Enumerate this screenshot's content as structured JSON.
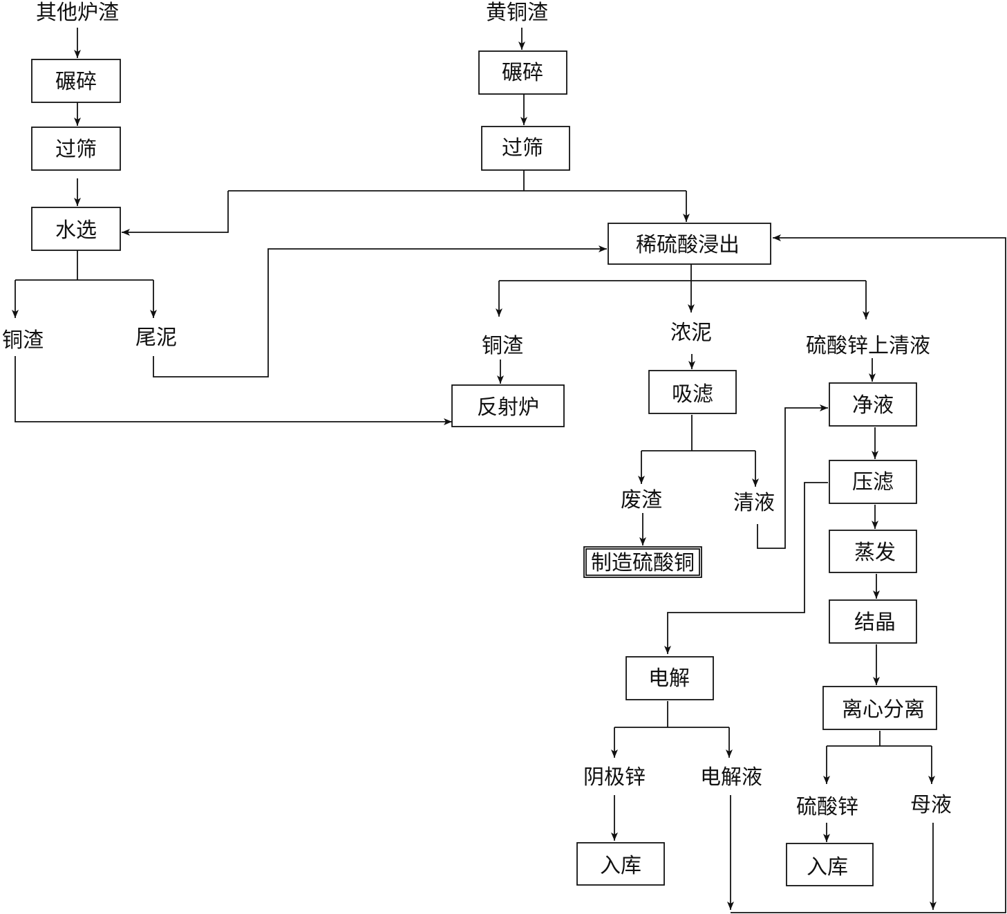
{
  "nodes": {
    "other_slag": "其他炉渣",
    "crush_left": "碾碎",
    "sieve_left": "过筛",
    "water_sep": "水选",
    "copper_slag_left": "铜渣",
    "tail_mud": "尾泥",
    "brass_slag": "黄铜渣",
    "crush_right": "碾碎",
    "sieve_right": "过筛",
    "acid_leach": "稀硫酸浸出",
    "copper_slag_mid": "铜渣",
    "reverb_furnace": "反射炉",
    "thick_mud": "浓泥",
    "suction_filter": "吸滤",
    "waste_slag": "废渣",
    "make_cuso4": "制造硫酸铜",
    "clear_liquid": "清液",
    "znso4_supernatant": "硫酸锌上清液",
    "purify": "净液",
    "press_filter": "压滤",
    "evaporate": "蒸发",
    "crystallize": "结晶",
    "centrifuge": "离心分离",
    "znso4_product": "硫酸锌",
    "mother_liquor": "母液",
    "store_right": "入库",
    "electrolysis": "电解",
    "cathode_zinc": "阴极锌",
    "electrolyte": "电解液",
    "store_left": "入库"
  },
  "style": {
    "line_color": "#111111",
    "box_fill": "#ffffff"
  }
}
